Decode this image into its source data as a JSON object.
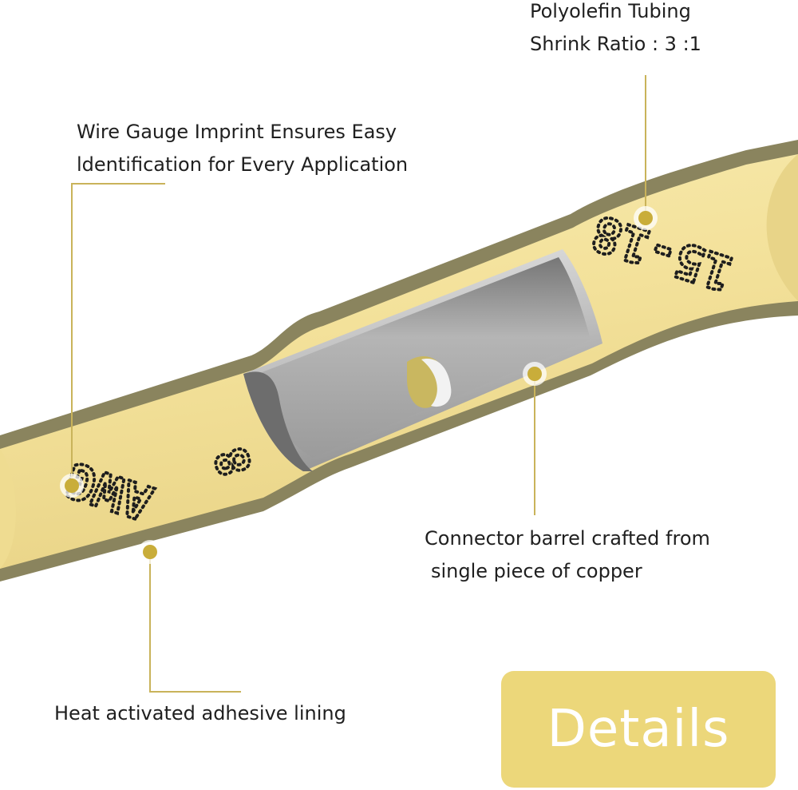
{
  "callouts": {
    "tubing": {
      "line1": "Polyolefin Tubing",
      "line2": "Shrink Ratio : 3 :1"
    },
    "imprint": {
      "line1": "Wire Gauge Imprint Ensures Easy",
      "line2": "ldentification for Every Application"
    },
    "barrel": {
      "line1": "Connector barrel crafted from",
      "line2": "single piece of copper"
    },
    "adhesive": {
      "line1": "Heat activated adhesive lining"
    }
  },
  "imprints": {
    "gauge": "AWG",
    "range": "15-18"
  },
  "badge": {
    "label": "Details"
  },
  "colors": {
    "tube_fill": "#f5e6a3",
    "tube_edge": "#8a845e",
    "accent": "#c9ad3a",
    "leader": "#c9b35a",
    "badge": "#ecd77a",
    "barrel": "#a8a8a8"
  }
}
